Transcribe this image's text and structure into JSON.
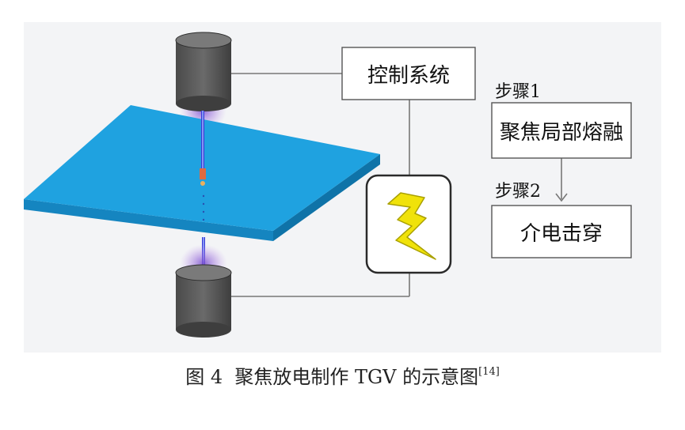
{
  "diagram": {
    "control_system": "控制系统",
    "step1": {
      "label": "步骤1",
      "text": "聚焦局部熔融"
    },
    "step2": {
      "label": "步骤2",
      "text": "介电击穿"
    }
  },
  "caption": {
    "text": "图 4  聚焦放电制作 TGV 的示意图",
    "ref": "[14]"
  },
  "colors": {
    "plate_top": "#1fa2e0",
    "plate_edge": "#1585c0",
    "electrode": "#5b5b5b",
    "bolt": "#f0e20a",
    "glow": "#9b6bd6"
  },
  "icons": [
    "lightning-bolt-icon"
  ]
}
